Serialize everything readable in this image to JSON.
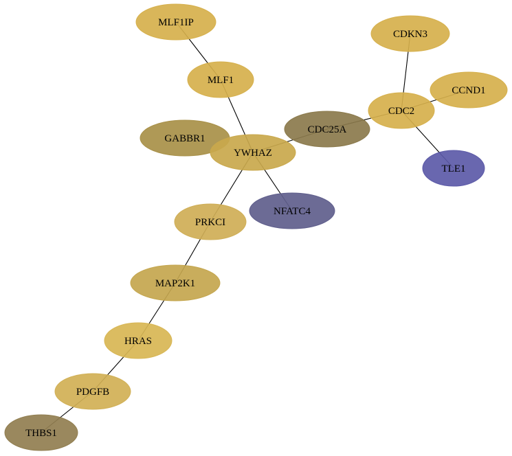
{
  "nodes": [
    {
      "id": "MLF1IP",
      "label": "MLF1IP",
      "color": "#d6b04c"
    },
    {
      "id": "MLF1",
      "label": "MLF1",
      "color": "#d6b04c"
    },
    {
      "id": "CDKN3",
      "label": "CDKN3",
      "color": "#d6b04c"
    },
    {
      "id": "CCND1",
      "label": "CCND1",
      "color": "#d6b04c"
    },
    {
      "id": "CDC2",
      "label": "CDC2",
      "color": "#d6b04c"
    },
    {
      "id": "CDC25A",
      "label": "CDC25A",
      "color": "#8b7a4c"
    },
    {
      "id": "GABBR1",
      "label": "GABBR1",
      "color": "#a89048"
    },
    {
      "id": "YWHAZ",
      "label": "YWHAZ",
      "color": "#c9a84c"
    },
    {
      "id": "TLE1",
      "label": "TLE1",
      "color": "#5c5aa8"
    },
    {
      "id": "NFATC4",
      "label": "NFATC4",
      "color": "#5f5e8c"
    },
    {
      "id": "PRKCI",
      "label": "PRKCI",
      "color": "#cfae56"
    },
    {
      "id": "MAP2K1",
      "label": "MAP2K1",
      "color": "#c4a64e"
    },
    {
      "id": "HRAS",
      "label": "HRAS",
      "color": "#d8b654"
    },
    {
      "id": "PDGFB",
      "label": "PDGFB",
      "color": "#d1b055"
    },
    {
      "id": "THBS1",
      "label": "THBS1",
      "color": "#917e50"
    }
  ],
  "edges": [
    [
      "MLF1IP",
      "MLF1"
    ],
    [
      "MLF1",
      "YWHAZ"
    ],
    [
      "CDKN3",
      "CDC2"
    ],
    [
      "CCND1",
      "CDC2"
    ],
    [
      "CDC2",
      "TLE1"
    ],
    [
      "CDC2",
      "CDC25A"
    ],
    [
      "CDC25A",
      "YWHAZ"
    ],
    [
      "YWHAZ",
      "NFATC4"
    ],
    [
      "YWHAZ",
      "PRKCI"
    ],
    [
      "PRKCI",
      "MAP2K1"
    ],
    [
      "MAP2K1",
      "HRAS"
    ],
    [
      "HRAS",
      "PDGFB"
    ],
    [
      "PDGFB",
      "THBS1"
    ]
  ]
}
